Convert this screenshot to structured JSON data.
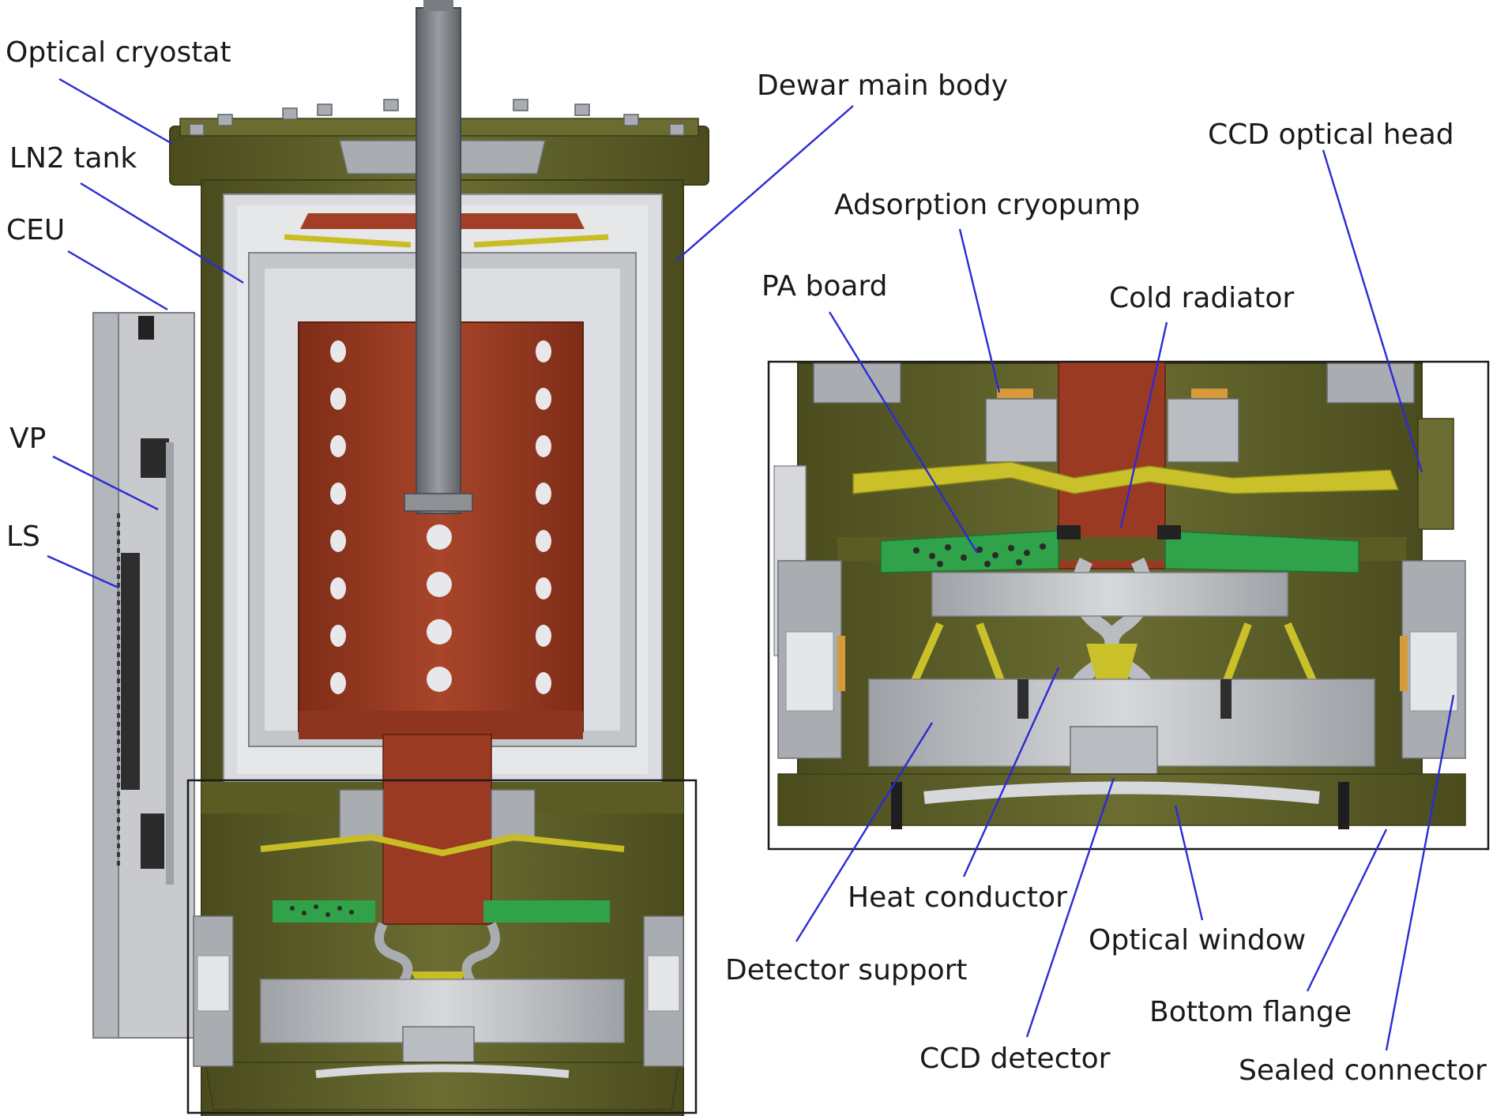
{
  "labels": {
    "optical_cryostat": "Optical cryostat",
    "ln2_tank": "LN2 tank",
    "ceu": "CEU",
    "vp": "VP",
    "ls": "LS",
    "dewar_main_body": "Dewar main body",
    "ccd_optical_head": "CCD optical head",
    "adsorption_cryopump": "Adsorption cryopump",
    "pa_board": "PA board",
    "cold_radiator": "Cold radiator",
    "heat_conductor": "Heat conductor",
    "detector_support": "Detector support",
    "optical_window": "Optical window",
    "bottom_flange": "Bottom flange",
    "ccd_detector": "CCD detector",
    "sealed_connector": "Sealed connector"
  },
  "colors": {
    "leader_line": "#2b2bd6",
    "olive_housing": "#5d5f2a",
    "copper_tank": "#9a3b22",
    "pcb_green": "#2fa24a",
    "yellow_struts": "#c9c02a",
    "aluminum": "#b9bcc0"
  }
}
